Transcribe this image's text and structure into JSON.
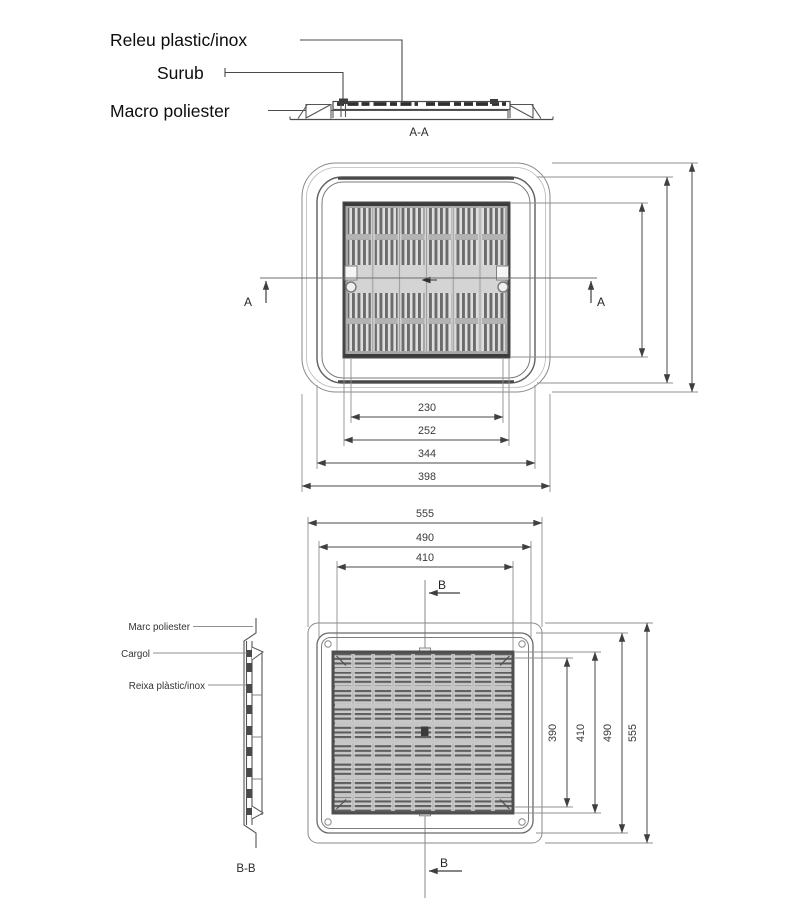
{
  "section_aa": {
    "label": "A-A",
    "callouts": [
      {
        "text": "Releu plastic/inox"
      },
      {
        "text": "Surub"
      },
      {
        "text": "Macro poliester"
      }
    ]
  },
  "plan_top": {
    "marker": "A",
    "dims_bottom": [
      {
        "value": "230"
      },
      {
        "value": "252"
      },
      {
        "value": "344"
      },
      {
        "value": "398"
      }
    ]
  },
  "plan_bottom": {
    "marker": "B",
    "label": "B-B",
    "dims_top": [
      {
        "value": "555"
      },
      {
        "value": "490"
      },
      {
        "value": "410"
      }
    ],
    "dims_right": [
      {
        "value": "390"
      },
      {
        "value": "410"
      },
      {
        "value": "490"
      },
      {
        "value": "555"
      }
    ],
    "callouts": [
      {
        "text": "Marc poliester"
      },
      {
        "text": "Cargol"
      },
      {
        "text": "Reixa plàstic/inox"
      }
    ]
  }
}
